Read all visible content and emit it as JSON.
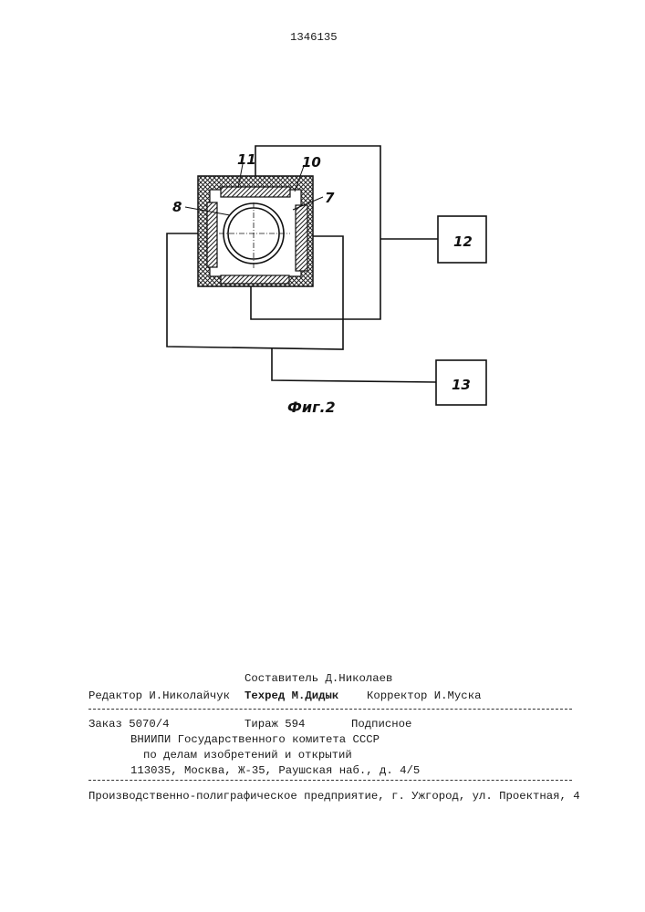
{
  "header": {
    "patent_number": "1346135"
  },
  "figure": {
    "caption": "Фиг.2",
    "labels": {
      "l7": "7",
      "l8": "8",
      "l10": "10",
      "l11": "11",
      "block12": "12",
      "block13": "13"
    }
  },
  "footer": {
    "compiler": "Составитель Д.Николаев",
    "editor": "Редактор И.Николайчук",
    "techred": "Техред М.Дидык",
    "corrector": "Корректор И.Муска",
    "order": "Заказ 5070/4",
    "circulation": "Тираж 594",
    "subscription": "Подписное",
    "org_line1": "ВНИИПИ Государственного комитета СССР",
    "org_line2": "по делам изобретений и открытий",
    "org_address": "113035, Москва, Ж-35, Раушская наб., д. 4/5",
    "printer": "Производственно-полиграфическое предприятие, г. Ужгород, ул. Проектная, 4"
  }
}
